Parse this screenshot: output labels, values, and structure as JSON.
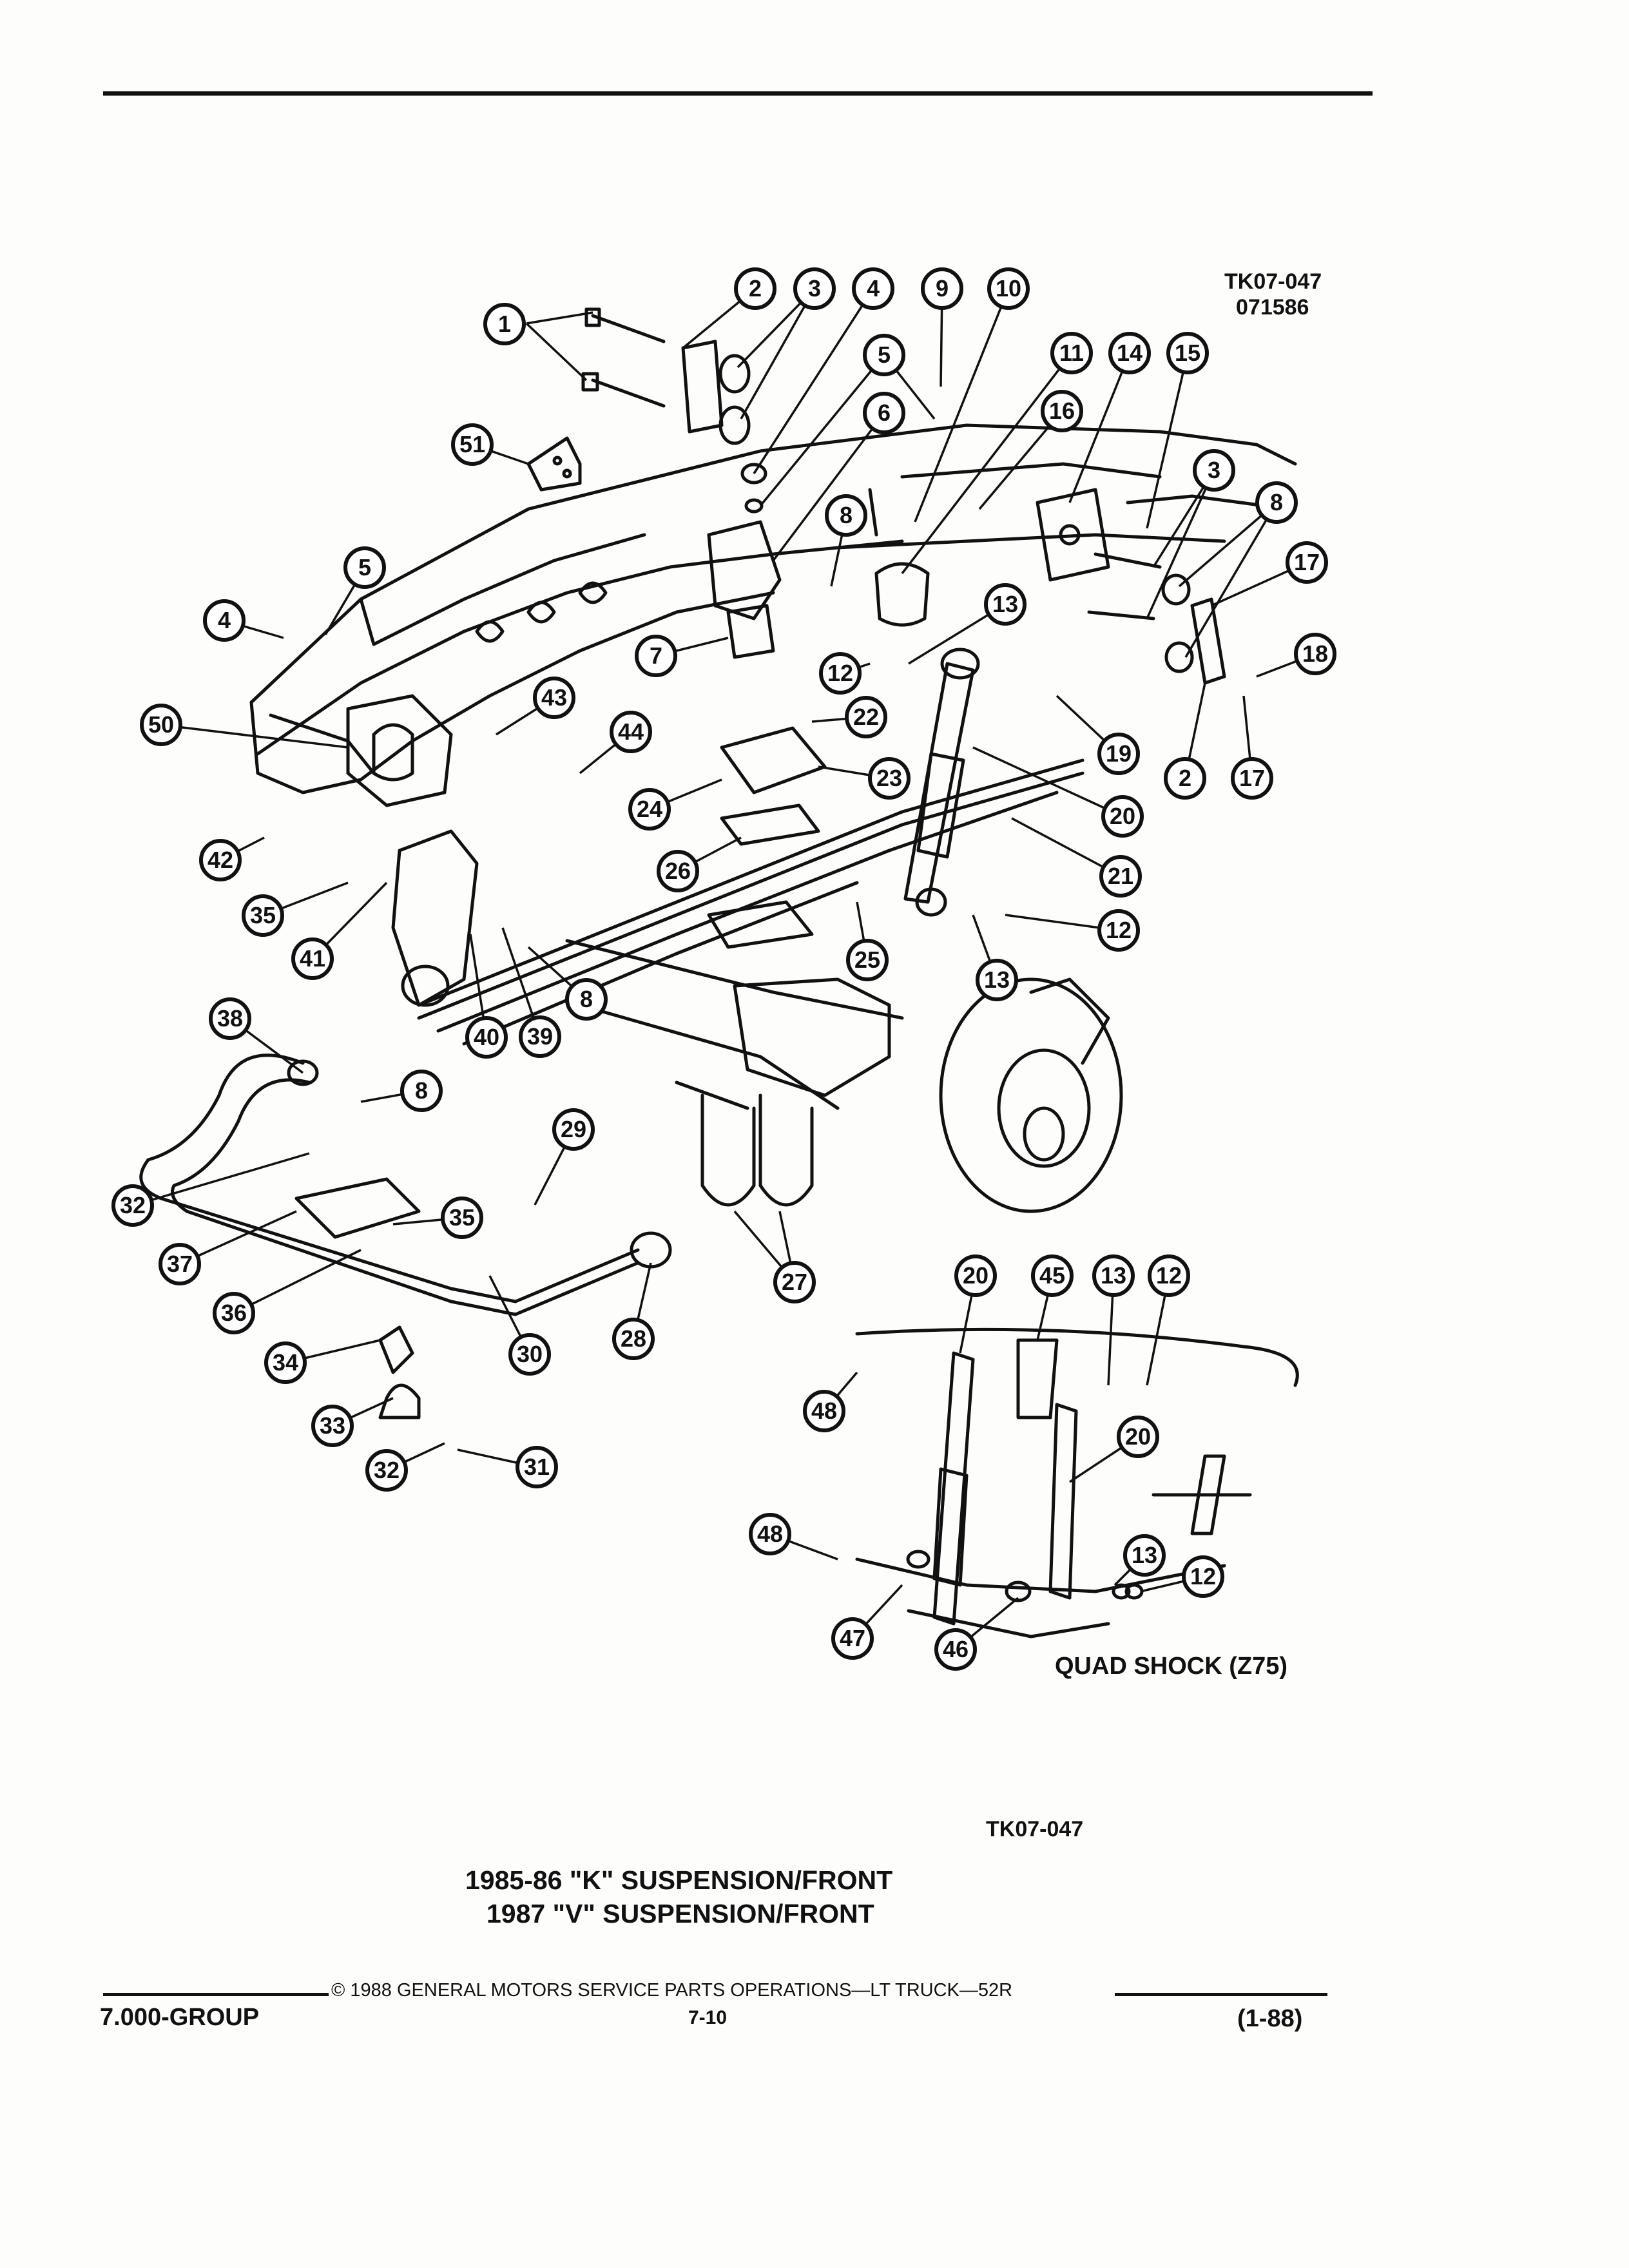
{
  "drawing_code": "TK07-047",
  "drawing_date": "071586",
  "inset_label": "QUAD SHOCK (Z75)",
  "figure_code_bottom": "TK07-047",
  "title_line_1": "1985-86 \"K\" SUSPENSION/FRONT",
  "title_line_2": "1987 \"V\" SUSPENSION/FRONT",
  "footer": {
    "copyright": "© 1988 GENERAL MOTORS SERVICE PARTS OPERATIONS—LT TRUCK—52R",
    "group": "7.000-GROUP",
    "page": "7-10",
    "revision": "(1-88)"
  },
  "callouts": [
    "1",
    "2",
    "3",
    "4",
    "9",
    "10",
    "5",
    "11",
    "14",
    "15",
    "51",
    "6",
    "8",
    "16",
    "3",
    "8",
    "17",
    "5",
    "4",
    "13",
    "18",
    "7",
    "12",
    "43",
    "22",
    "19",
    "50",
    "44",
    "23",
    "2",
    "17",
    "24",
    "20",
    "42",
    "26",
    "21",
    "35",
    "41",
    "25",
    "12",
    "8",
    "40",
    "39",
    "13",
    "38",
    "8",
    "29",
    "32",
    "35",
    "37",
    "36",
    "27",
    "30",
    "28",
    "20",
    "45",
    "13",
    "12",
    "34",
    "33",
    "48",
    "32",
    "31",
    "20",
    "48",
    "13",
    "12",
    "47",
    "46"
  ]
}
